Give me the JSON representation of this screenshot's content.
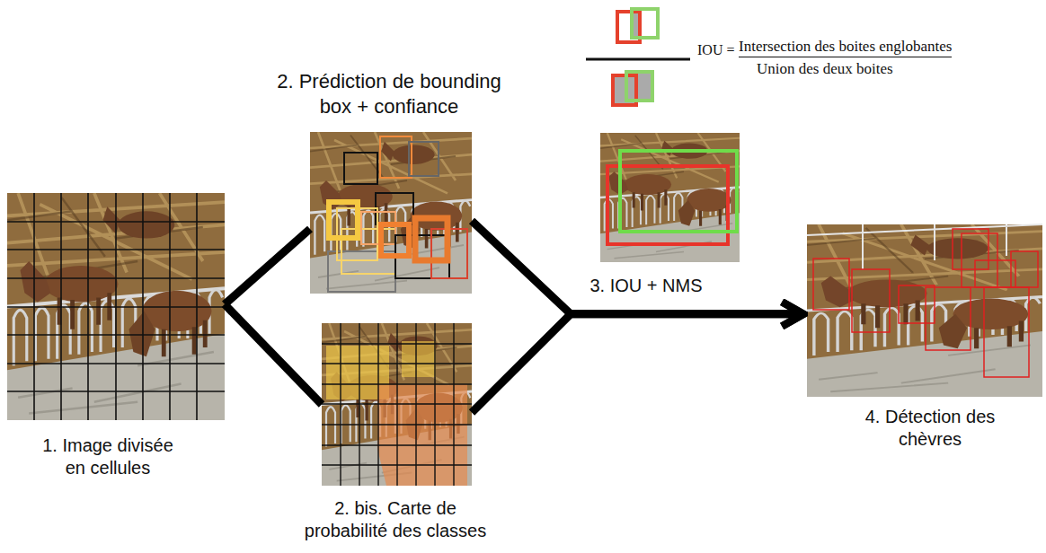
{
  "diagram": {
    "nodes": [
      {
        "text": [
          "1. Image divisée en cellules"
        ]
      },
      {
        "text": [
          "2. Prédiction de bounding box + confiance"
        ]
      },
      {
        "text": [
          "2. bis. Carte de probabilité des classes"
        ]
      },
      {
        "text": [
          "3. IOU + NMS"
        ]
      },
      {
        "text": [
          "4. Détection des chèvres"
        ]
      }
    ],
    "edges": [
      {
        "from": 0,
        "to": 1,
        "arrow": "none"
      },
      {
        "from": 0,
        "to": 2,
        "arrow": "none"
      },
      {
        "from": 1,
        "to": 4,
        "arrow": "to"
      },
      {
        "from": 2,
        "to": 4,
        "arrow": "to"
      }
    ],
    "labels": [
      "IOU =",
      "Intersection des boites englobantes",
      "Union des deux boites"
    ]
  }
}
